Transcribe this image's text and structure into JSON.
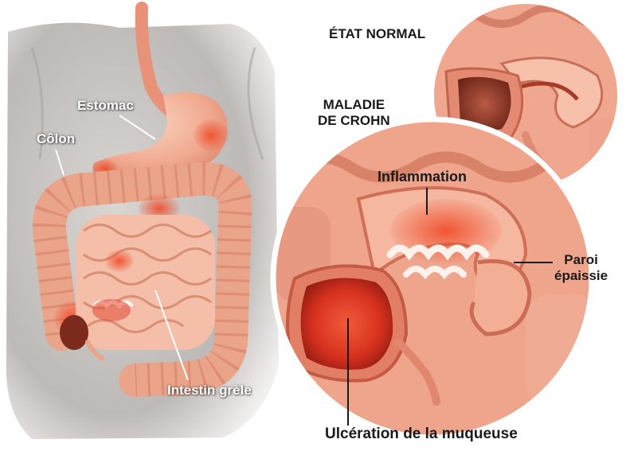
{
  "labels": {
    "estomac": "Estomac",
    "colon": "Côlon",
    "intestin": "Intestin grèle",
    "etat_normal": "ÉTAT NORMAL",
    "maladie_line1": "MALADIE",
    "maladie_line2": "DE CROHN",
    "inflammation": "Inflammation",
    "paroi_line1": "Paroi",
    "paroi_line2": "épaissie",
    "ulceration": "Ulcération de la muqueuse"
  },
  "colors": {
    "tissue": "#f4b49c",
    "tissue_dark": "#d9806a",
    "inflamed": "#e0412b",
    "torso": "#c9c6c4",
    "circle_border": "#ffffff"
  }
}
